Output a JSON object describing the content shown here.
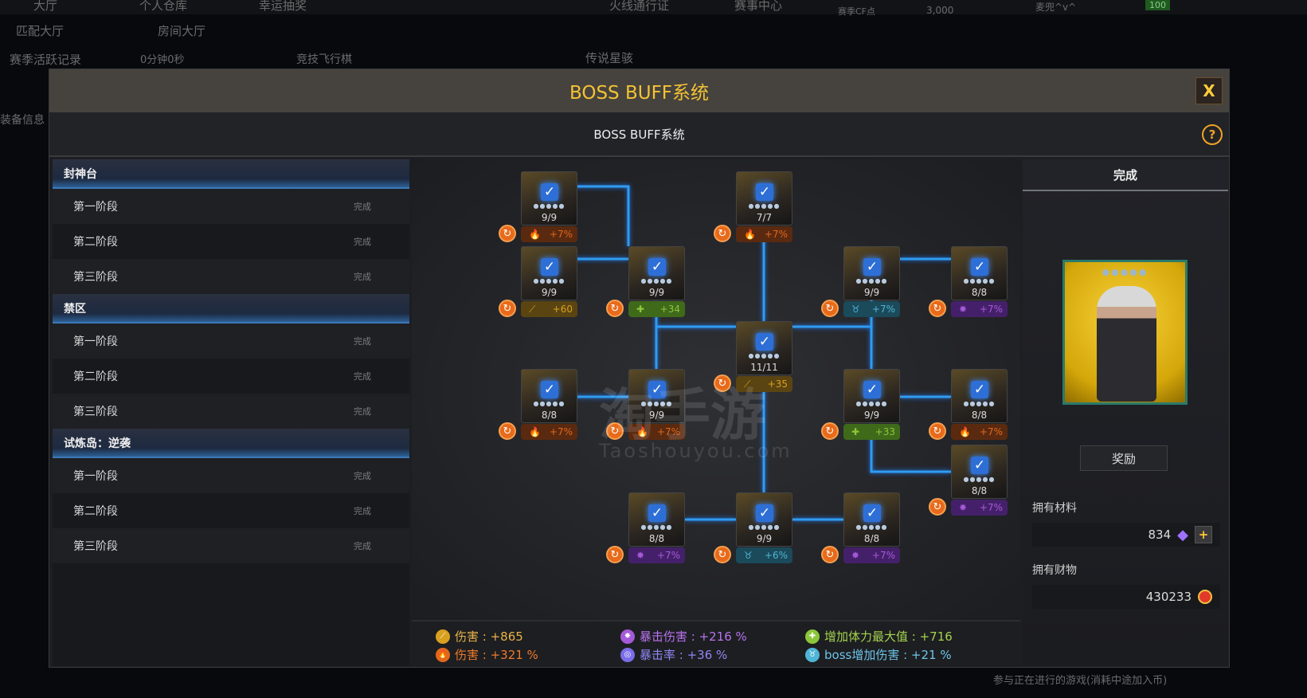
{
  "background": {
    "top_tabs": [
      "大厅",
      "个人仓库",
      "幸运抽奖",
      "火线通行证",
      "赛事中心"
    ],
    "cf_label": "赛季CF点",
    "cf_value": "3,000",
    "username": "麦兜^v^",
    "level_badge": "100",
    "sub_tabs": [
      "匹配大厅",
      "房间大厅"
    ],
    "season_record": "赛季活跃记录",
    "timer": "0分钟0秒",
    "flight_chess": "竞技飞行棋",
    "legend": "传说星骇",
    "equip_info": "装备信息",
    "join_hint": "参与正在进行的游戏(消耗中途加入币)"
  },
  "modal": {
    "title": "BOSS BUFF系统",
    "subtitle": "BOSS BUFF系统",
    "close_label": "X",
    "help_label": "?"
  },
  "sections": [
    {
      "name": "封神台",
      "stages": [
        {
          "label": "第一阶段",
          "status": "完成"
        },
        {
          "label": "第二阶段",
          "status": "完成"
        },
        {
          "label": "第三阶段",
          "status": "完成"
        }
      ]
    },
    {
      "name": "禁区",
      "stages": [
        {
          "label": "第一阶段",
          "status": "完成"
        },
        {
          "label": "第二阶段",
          "status": "完成"
        },
        {
          "label": "第三阶段",
          "status": "完成"
        }
      ]
    },
    {
      "name": "试炼岛：逆袭",
      "stages": [
        {
          "label": "第一阶段",
          "status": "完成"
        },
        {
          "label": "第二阶段",
          "status": "完成"
        },
        {
          "label": "第三阶段",
          "status": "完成"
        }
      ]
    }
  ],
  "nodes": [
    {
      "level": "9/9",
      "type": "fire",
      "bonus": "+7%",
      "completed": true
    },
    {
      "level": "7/7",
      "type": "fire",
      "bonus": "+7%",
      "completed": true
    },
    {
      "level": "9/9",
      "type": "weapon",
      "bonus": "+60",
      "completed": true
    },
    {
      "level": "9/9",
      "type": "hp",
      "bonus": "+34",
      "completed": true
    },
    {
      "level": "9/9",
      "type": "boss",
      "bonus": "+7%",
      "completed": true
    },
    {
      "level": "8/8",
      "type": "crit",
      "bonus": "+7%",
      "completed": true
    },
    {
      "level": "11/11",
      "type": "weapon",
      "bonus": "+35",
      "completed": true
    },
    {
      "level": "8/8",
      "type": "fire",
      "bonus": "+7%",
      "completed": true
    },
    {
      "level": "9/9",
      "type": "fire",
      "bonus": "+7%",
      "completed": true
    },
    {
      "level": "9/9",
      "type": "hp",
      "bonus": "+33",
      "completed": true
    },
    {
      "level": "8/8",
      "type": "fire",
      "bonus": "+7%",
      "completed": true
    },
    {
      "level": "8/8",
      "type": "crit",
      "bonus": "+7%",
      "completed": true
    },
    {
      "level": "8/8",
      "type": "crit",
      "bonus": "+7%",
      "completed": true
    },
    {
      "level": "9/9",
      "type": "boss",
      "bonus": "+6%",
      "completed": true
    },
    {
      "level": "8/8",
      "type": "crit",
      "bonus": "+7%",
      "completed": true
    }
  ],
  "buff_colors": {
    "fire": "#e0671d",
    "weapon": "#d9a020",
    "hp": "#8cc63a",
    "boss": "#4fb5d6",
    "crit": "#a55ad8",
    "critrate": "#7a6ee8"
  },
  "watermark": {
    "cn": "淘手游",
    "en": "Taoshouyou.com"
  },
  "stats": [
    {
      "type": "weapon",
      "text": "伤害 : +865",
      "color": "#e8b24a"
    },
    {
      "type": "fire",
      "text": "伤害 : +321 %",
      "color": "#ee7a2a"
    },
    {
      "type": "crit",
      "text": "暴击伤害 : +216 %",
      "color": "#b873f0"
    },
    {
      "type": "critrate",
      "text": "暴击率 : +36 %",
      "color": "#8f86f5"
    },
    {
      "type": "hp",
      "text": "增加体力最大值 : +716",
      "color": "#a4d24e"
    },
    {
      "type": "boss",
      "text": "boss增加伤害 : +21 %",
      "color": "#6cc4e8"
    }
  ],
  "right": {
    "header": "完成",
    "reward_button": "奖励",
    "materials_label": "拥有材料",
    "materials_value": "834",
    "wealth_label": "拥有财物",
    "wealth_value": "430233",
    "portrait_stars": "●●●●●"
  }
}
